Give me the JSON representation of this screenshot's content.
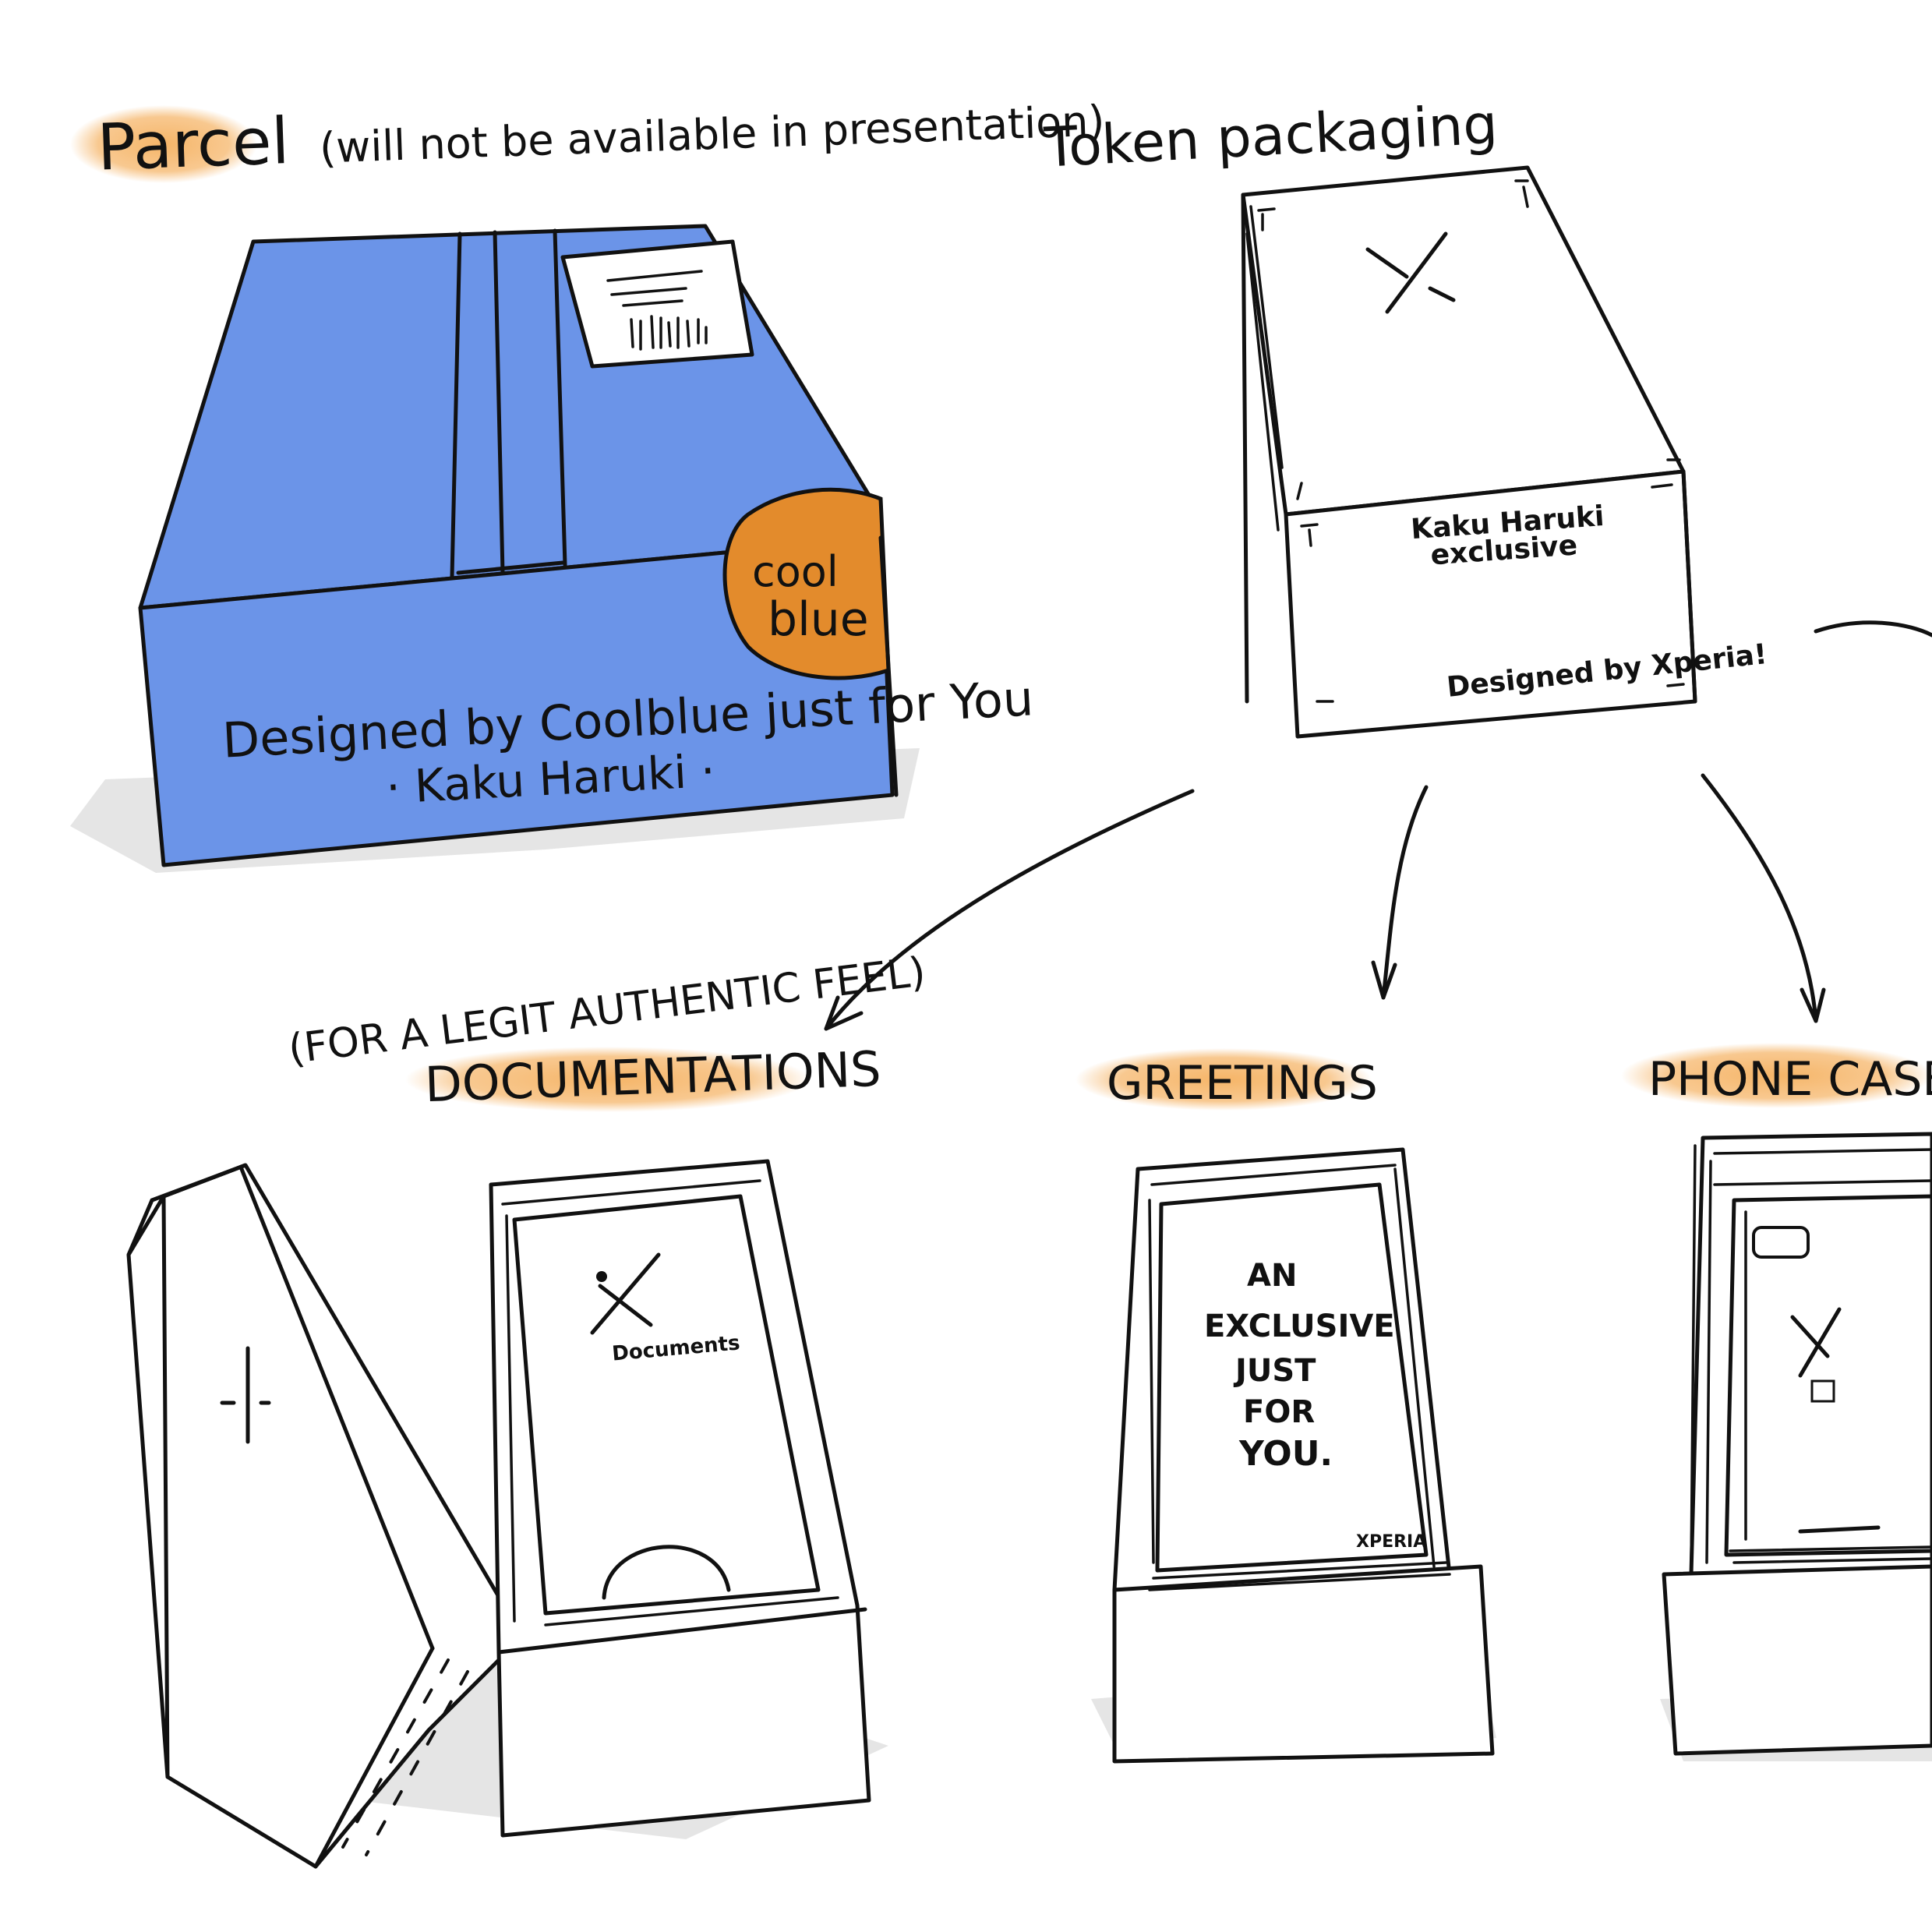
{
  "headings": {
    "parcel": "Parcel",
    "parcel_note": "(will not be available in presentation)",
    "token_packaging": "Token packaging",
    "documentations_note": "(FOR A LEGIT AUTHENTIC FEEL)",
    "documentations": "DOCUMENTATIONS",
    "greetings": "GREETINGS",
    "phone_case": "PHONE CASE"
  },
  "parcel_box": {
    "sticker_line1": "cool",
    "sticker_line2": "blue",
    "front_line1": "Designed by Coolblue just for You",
    "front_line2": "· Kaku Haruki ·"
  },
  "token_box": {
    "logo": "X",
    "front_line1": "Kaku Haruki",
    "front_line2": "exclusive",
    "front_line3": "Designed by Xperia!"
  },
  "doc_box": {
    "logo": "X",
    "label": "Documents"
  },
  "greetings_card": {
    "line1": "AN",
    "line2": "EXCLUSIVE",
    "line3": "JUST",
    "line4": "FOR",
    "line5": "YOU.",
    "brand": "XPERIA"
  },
  "phone_case_box": {
    "logo": "X"
  },
  "colors": {
    "parcel_blue": "#6b94e8",
    "sticker_orange": "#e38b2c",
    "highlight_orange": "#f5b160",
    "ink": "#111111"
  }
}
